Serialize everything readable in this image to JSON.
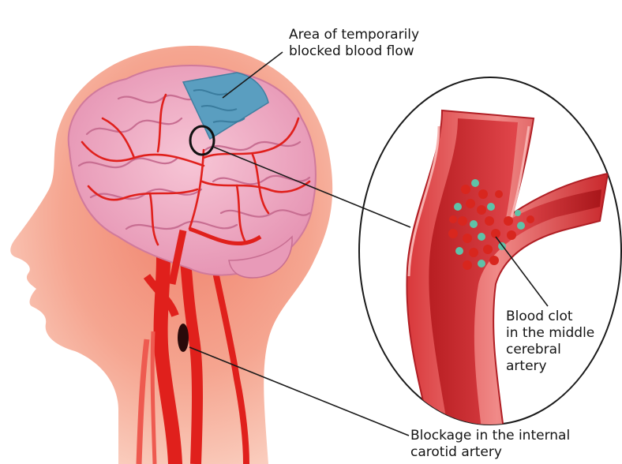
{
  "labels": {
    "blocked_area": [
      "Area of temporarily",
      "blocked blood flow"
    ],
    "blood_clot": [
      "Blood clot",
      "in the middle",
      "cerebral",
      "artery"
    ],
    "carotid_blockage": [
      "Blockage in the internal",
      "carotid artery"
    ]
  },
  "colors": {
    "background": "#ffffff",
    "head_skin": "#f5a894",
    "brain_pink": "#f2b2c8",
    "artery_red": "#e0201c",
    "blocked_area_blue": "#5a9ec0",
    "vessel_wall": "#e86a70",
    "clot_cell_red": "#d8261e",
    "clot_cell_teal": "#5fc2a8",
    "leader_line": "#1a1a1a"
  }
}
